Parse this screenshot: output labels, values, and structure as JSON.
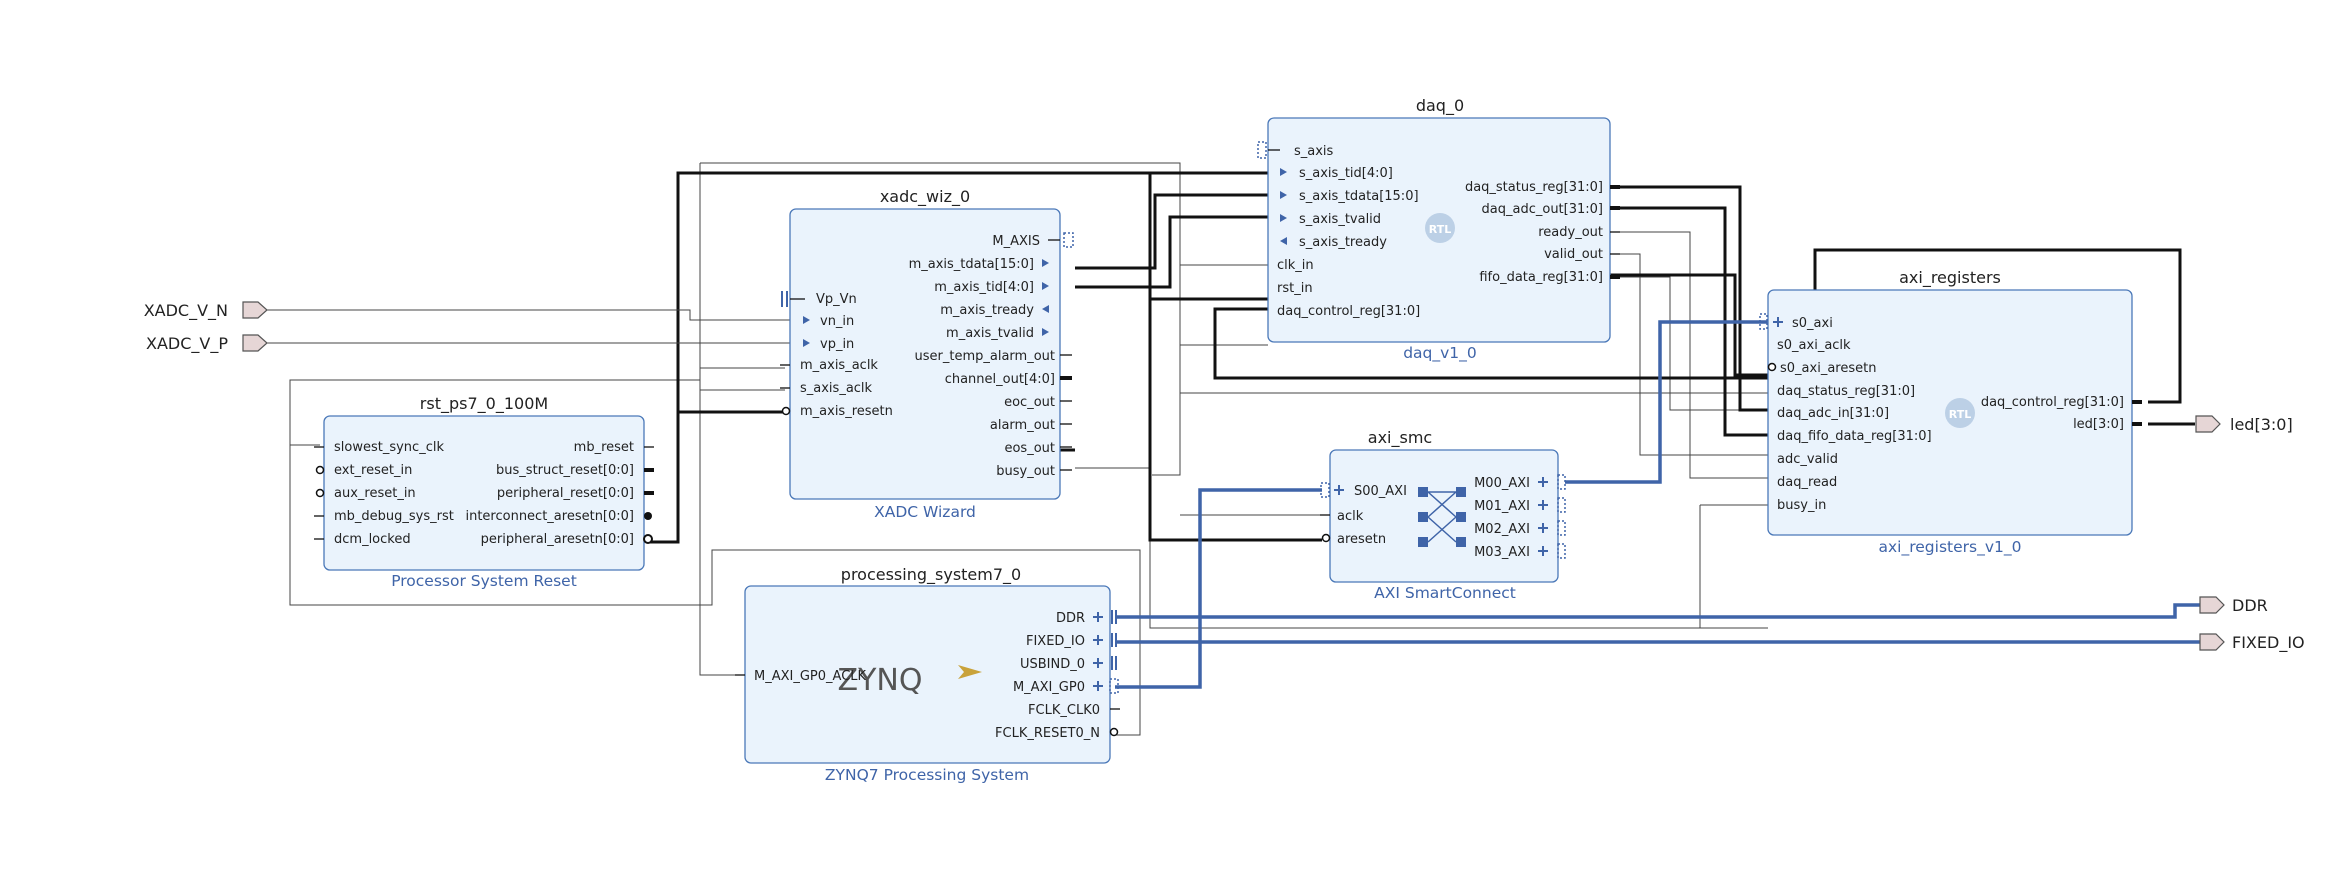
{
  "external_ports": {
    "xadc_v_n": "XADC_V_N",
    "xadc_v_p": "XADC_V_P",
    "led": "led[3:0]",
    "ddr": "DDR",
    "fixed_io": "FIXED_IO"
  },
  "rst": {
    "title": "rst_ps7_0_100M",
    "subtitle": "Processor System Reset",
    "left_pins": [
      "slowest_sync_clk",
      "ext_reset_in",
      "aux_reset_in",
      "mb_debug_sys_rst",
      "dcm_locked"
    ],
    "right_pins": [
      "mb_reset",
      "bus_struct_reset[0:0]",
      "peripheral_reset[0:0]",
      "interconnect_aresetn[0:0]",
      "peripheral_aresetn[0:0]"
    ]
  },
  "xadc": {
    "title": "xadc_wiz_0",
    "subtitle": "XADC Wizard",
    "left_pins": [
      "Vp_Vn",
      "vn_in",
      "vp_in",
      "m_axis_aclk",
      "s_axis_aclk",
      "m_axis_resetn"
    ],
    "right_pins": [
      "M_AXIS",
      "m_axis_tdata[15:0]",
      "m_axis_tid[4:0]",
      "m_axis_tready",
      "m_axis_tvalid",
      "user_temp_alarm_out",
      "channel_out[4:0]",
      "eoc_out",
      "alarm_out",
      "eos_out",
      "busy_out"
    ]
  },
  "ps7": {
    "title": "processing_system7_0",
    "subtitle": "ZYNQ7 Processing System",
    "logo": "ZYNQ",
    "left_pins": [
      "M_AXI_GP0_ACLK"
    ],
    "right_pins": [
      "DDR",
      "FIXED_IO",
      "USBIND_0",
      "M_AXI_GP0",
      "FCLK_CLK0",
      "FCLK_RESET0_N"
    ]
  },
  "smc": {
    "title": "axi_smc",
    "subtitle": "AXI SmartConnect",
    "left_pins": [
      "S00_AXI",
      "aclk",
      "aresetn"
    ],
    "right_pins": [
      "M00_AXI",
      "M01_AXI",
      "M02_AXI",
      "M03_AXI"
    ]
  },
  "daq": {
    "title": "daq_0",
    "subtitle": "daq_v1_0",
    "badge": "RTL",
    "left_pins": [
      "s_axis",
      "s_axis_tid[4:0]",
      "s_axis_tdata[15:0]",
      "s_axis_tvalid",
      "s_axis_tready",
      "clk_in",
      "rst_in",
      "daq_control_reg[31:0]"
    ],
    "right_pins": [
      "daq_status_reg[31:0]",
      "daq_adc_out[31:0]",
      "ready_out",
      "valid_out",
      "fifo_data_reg[31:0]"
    ]
  },
  "axireg": {
    "title": "axi_registers",
    "subtitle": "axi_registers_v1_0",
    "badge": "RTL",
    "left_pins": [
      "s0_axi",
      "s0_axi_aclk",
      "s0_axi_aresetn",
      "daq_status_reg[31:0]",
      "daq_adc_in[31:0]",
      "daq_fifo_data_reg[31:0]",
      "adc_valid",
      "daq_read",
      "busy_in"
    ],
    "right_pins": [
      "daq_control_reg[31:0]",
      "led[3:0]"
    ]
  },
  "colors": {
    "block_fill": "#eaf3fc",
    "block_border": "#4a78b8",
    "bus_blue": "#3f64a8",
    "wire": "#444444",
    "port_fill": "#e6d6d6"
  }
}
